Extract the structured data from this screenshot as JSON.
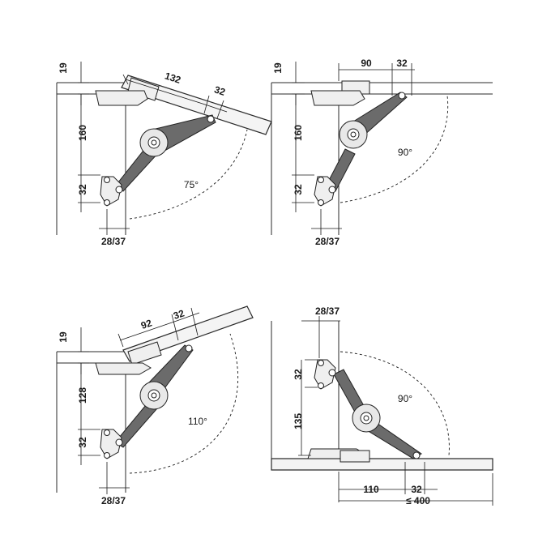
{
  "panels": [
    {
      "id": "opening-75",
      "labels": {
        "board_thickness": "19",
        "flap_offset": "132",
        "flap_hole_spacing": "32",
        "bracket_height": "160",
        "base_hole_spacing": "32",
        "wall_offset": "28/37",
        "angle": "75°"
      }
    },
    {
      "id": "opening-90",
      "labels": {
        "board_thickness": "19",
        "flap_offset": "90",
        "flap_hole_spacing": "32",
        "bracket_height": "160",
        "base_hole_spacing": "32",
        "wall_offset": "28/37",
        "angle": "90°"
      }
    },
    {
      "id": "opening-110",
      "labels": {
        "board_thickness": "19",
        "flap_offset": "92",
        "flap_hole_spacing": "32",
        "bracket_height": "128",
        "base_hole_spacing": "32",
        "wall_offset": "28/37",
        "angle": "110°"
      }
    },
    {
      "id": "fall-flap-90",
      "labels": {
        "wall_offset": "28/37",
        "base_hole_spacing": "32",
        "bracket_height": "135",
        "flap_offset": "110",
        "flap_hole_spacing": "32",
        "flap_max_depth": "≤ 400",
        "angle": "90°"
      }
    }
  ],
  "colors": {
    "line": "#1a1a1a",
    "arm_dark": "#6b6b6b",
    "plate": "#efefef"
  }
}
